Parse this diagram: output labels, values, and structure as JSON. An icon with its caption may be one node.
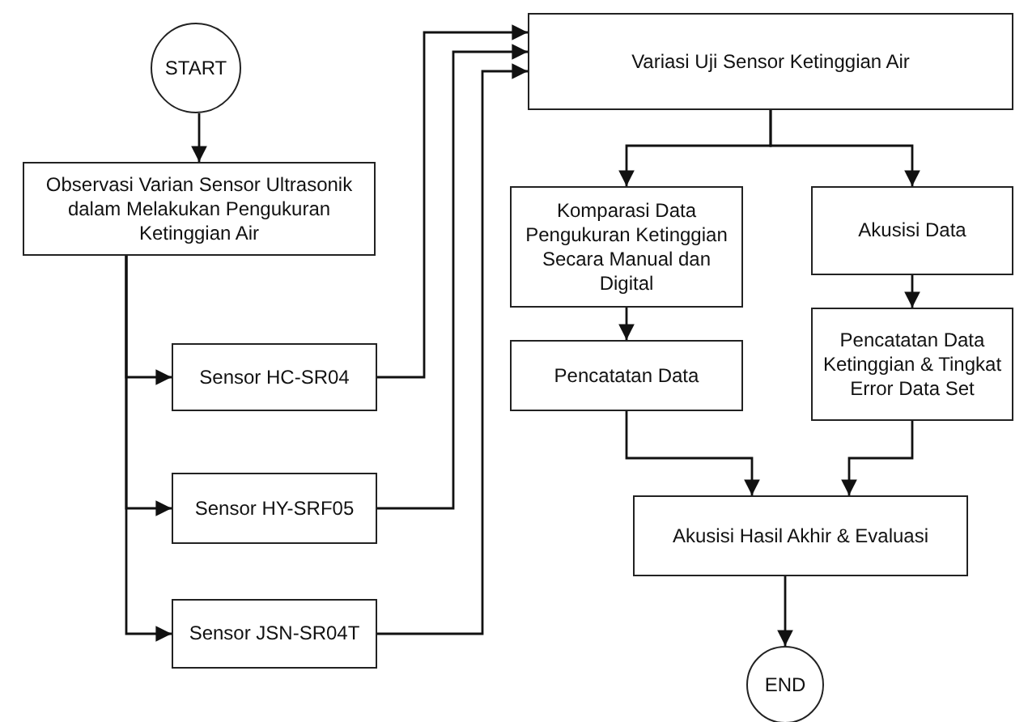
{
  "diagram": {
    "nodes": [
      {
        "text": [
          "START"
        ]
      },
      {
        "text": [
          "Observasi Varian Sensor Ultrasonik dalam Melakukan Pengukuran Ketinggian Air"
        ]
      },
      {
        "text": [
          "Sensor HC-SR04"
        ]
      },
      {
        "text": [
          "Sensor HY-SRF05"
        ]
      },
      {
        "text": [
          "Sensor JSN-SR04T"
        ]
      },
      {
        "text": [
          "Variasi Uji Sensor Ketinggian Air"
        ]
      },
      {
        "text": [
          "Komparasi Data Pengukuran Ketinggian Secara Manual dan Digital"
        ]
      },
      {
        "text": [
          "Akusisi Data"
        ]
      },
      {
        "text": [
          "Pencatatan Data"
        ]
      },
      {
        "text": [
          "Pencatatan Data Ketinggian & Tingkat Error Data Set"
        ]
      },
      {
        "text": [
          "Akusisi Hasil Akhir & Evaluasi"
        ]
      },
      {
        "text": [
          "END"
        ]
      }
    ],
    "edges": [
      {
        "from": 0,
        "to": 1,
        "arrow": "to"
      },
      {
        "from": 1,
        "to": 2,
        "arrow": "to"
      },
      {
        "from": 1,
        "to": 3,
        "arrow": "to"
      },
      {
        "from": 1,
        "to": 4,
        "arrow": "to"
      },
      {
        "from": 2,
        "to": 5,
        "arrow": "to"
      },
      {
        "from": 3,
        "to": 5,
        "arrow": "to"
      },
      {
        "from": 4,
        "to": 5,
        "arrow": "to"
      },
      {
        "from": 5,
        "to": 6,
        "arrow": "to"
      },
      {
        "from": 5,
        "to": 7,
        "arrow": "to"
      },
      {
        "from": 6,
        "to": 8,
        "arrow": "to"
      },
      {
        "from": 7,
        "to": 9,
        "arrow": "to"
      },
      {
        "from": 8,
        "to": 10,
        "arrow": "to"
      },
      {
        "from": 9,
        "to": 10,
        "arrow": "to"
      },
      {
        "from": 10,
        "to": 11,
        "arrow": "to"
      }
    ]
  }
}
